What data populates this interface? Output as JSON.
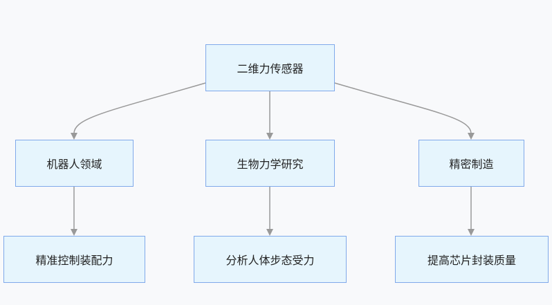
{
  "diagram": {
    "root": {
      "label": "二维力传感器"
    },
    "branches": [
      {
        "label": "机器人领域",
        "child": "精准控制装配力"
      },
      {
        "label": "生物力学研究",
        "child": "分析人体步态受力"
      },
      {
        "label": "精密制造",
        "child": "提高芯片封装质量"
      }
    ]
  },
  "colors": {
    "node_fill": "#e6f5fd",
    "node_border": "#7fa9ea",
    "edge": "#999999",
    "background": "#f8f9fb"
  }
}
